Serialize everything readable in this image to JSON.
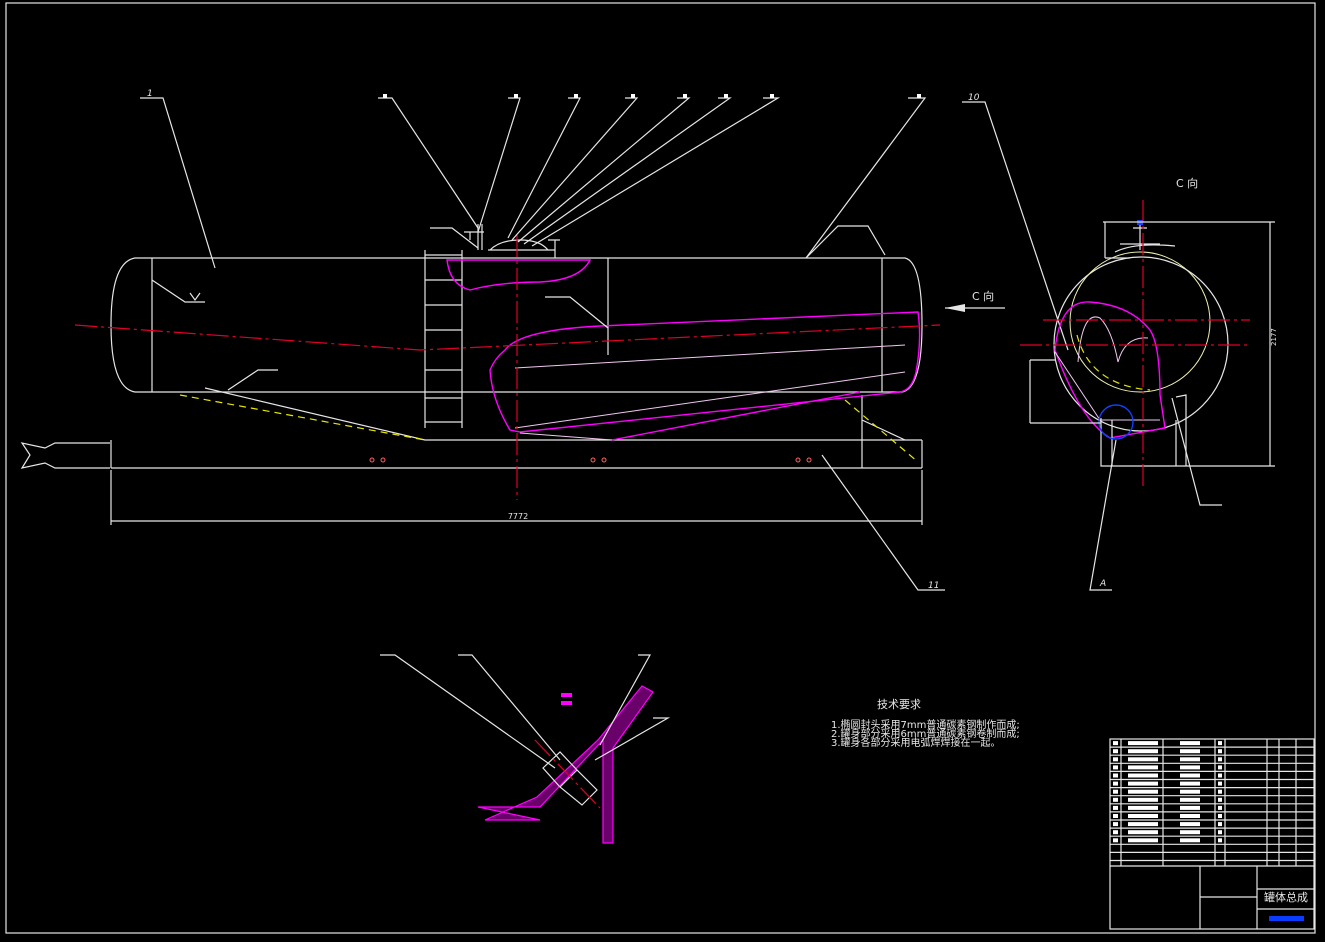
{
  "drawing": {
    "main_view": {
      "part_labels": {
        "item_1": "1",
        "item_10": "10",
        "item_11": "11"
      },
      "view_arrow_label": "C 向",
      "overall_length": "7772"
    },
    "side_view": {
      "title": "C 向",
      "overall_height": "2177",
      "detail_label": "A"
    },
    "technical_requirements": {
      "title": "技术要求",
      "items": [
        "1.椭圆封头采用7mm普通碳素钢制作而成;",
        "2.罐身部分采用6mm普通碳素钢卷制而成;",
        "3.罐身各部分采用电弧焊焊接在一起。"
      ]
    },
    "title_block": {
      "drawing_name": "罐体总成",
      "accent_color": "#0a3cff"
    },
    "colors": {
      "background": "#000000",
      "lines": "#e6e6e6",
      "highlight": "#ff00ff",
      "centerline": "#e0002a",
      "hidden": "#e8e800"
    }
  }
}
